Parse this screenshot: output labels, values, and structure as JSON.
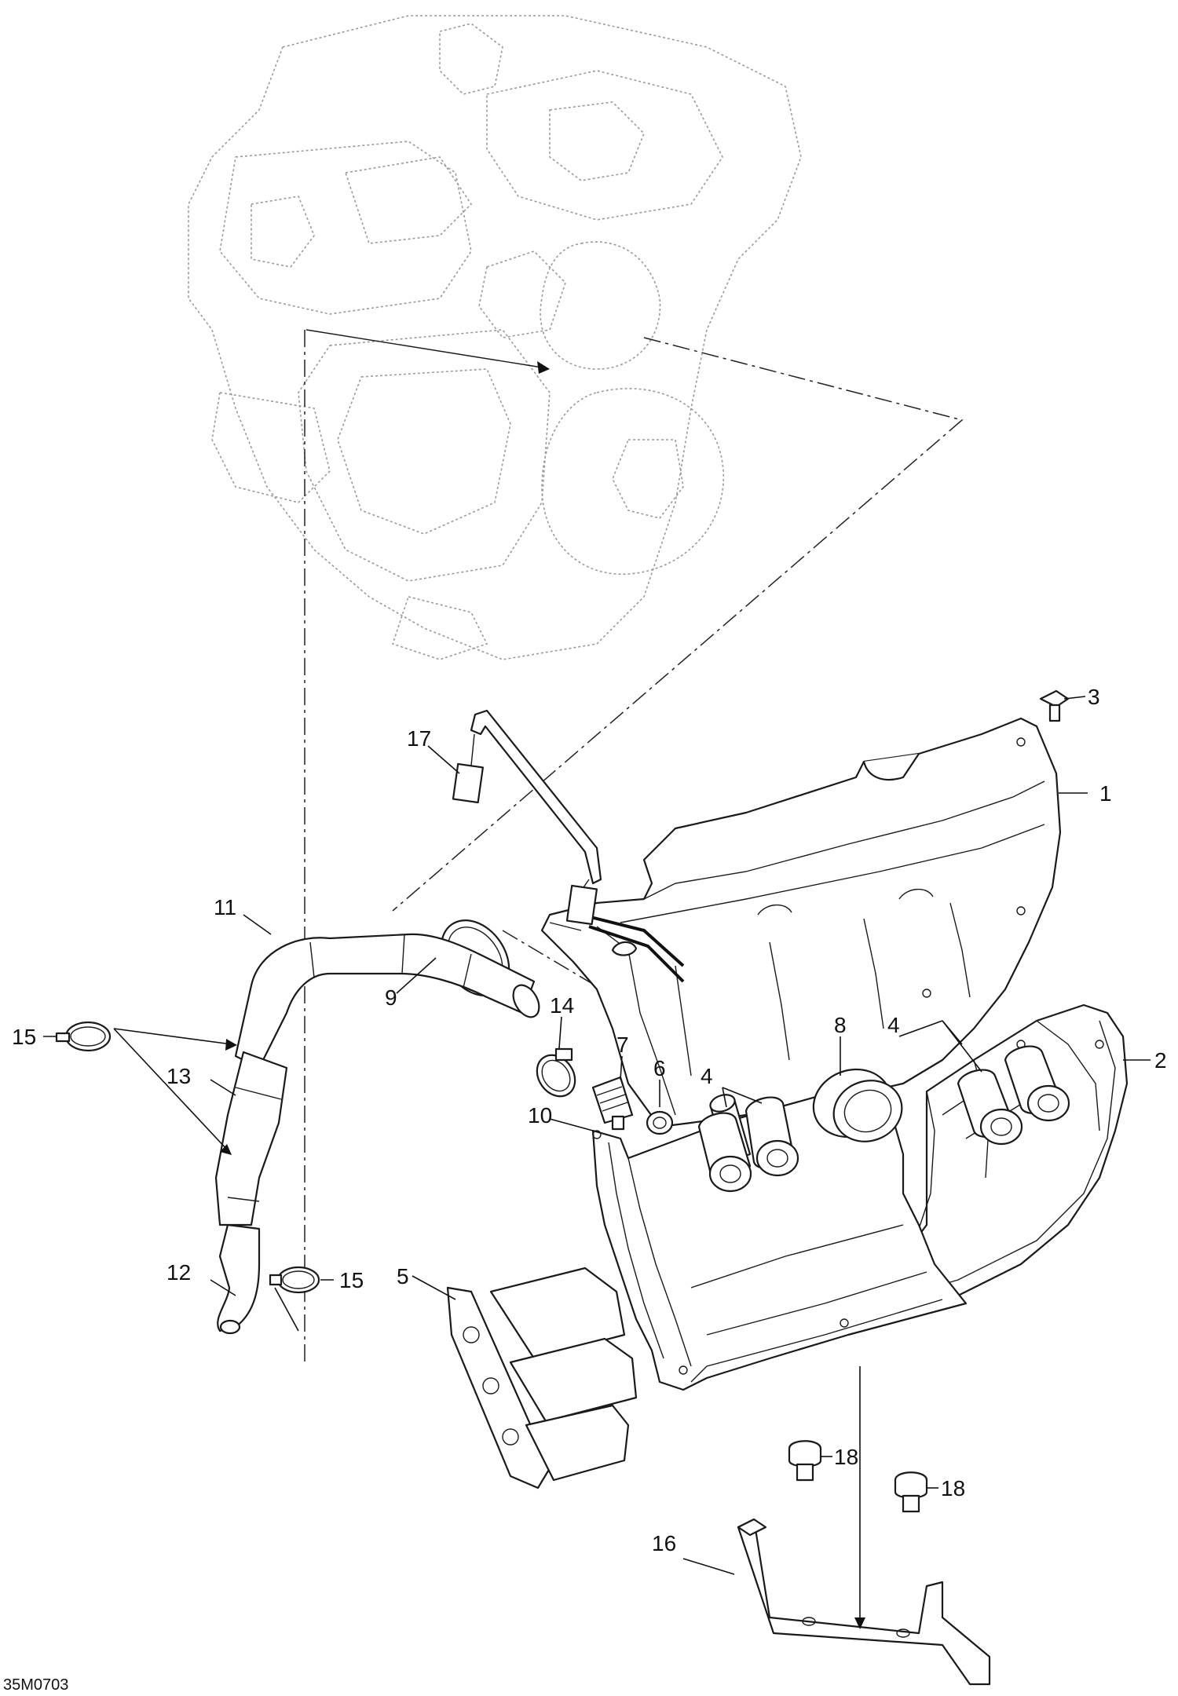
{
  "drawing_code": "35M0703",
  "callouts": [
    {
      "id": "c1",
      "label": "1"
    },
    {
      "id": "c2",
      "label": "2"
    },
    {
      "id": "c3",
      "label": "3"
    },
    {
      "id": "c4a",
      "label": "4"
    },
    {
      "id": "c4b",
      "label": "4"
    },
    {
      "id": "c5",
      "label": "5"
    },
    {
      "id": "c6",
      "label": "6"
    },
    {
      "id": "c7",
      "label": "7"
    },
    {
      "id": "c8",
      "label": "8"
    },
    {
      "id": "c9",
      "label": "9"
    },
    {
      "id": "c10",
      "label": "10"
    },
    {
      "id": "c11",
      "label": "11"
    },
    {
      "id": "c12",
      "label": "12"
    },
    {
      "id": "c13",
      "label": "13"
    },
    {
      "id": "c14",
      "label": "14"
    },
    {
      "id": "c15a",
      "label": "15"
    },
    {
      "id": "c15b",
      "label": "15"
    },
    {
      "id": "c16",
      "label": "16"
    },
    {
      "id": "c17",
      "label": "17"
    },
    {
      "id": "c18a",
      "label": "18"
    },
    {
      "id": "c18b",
      "label": "18"
    }
  ]
}
